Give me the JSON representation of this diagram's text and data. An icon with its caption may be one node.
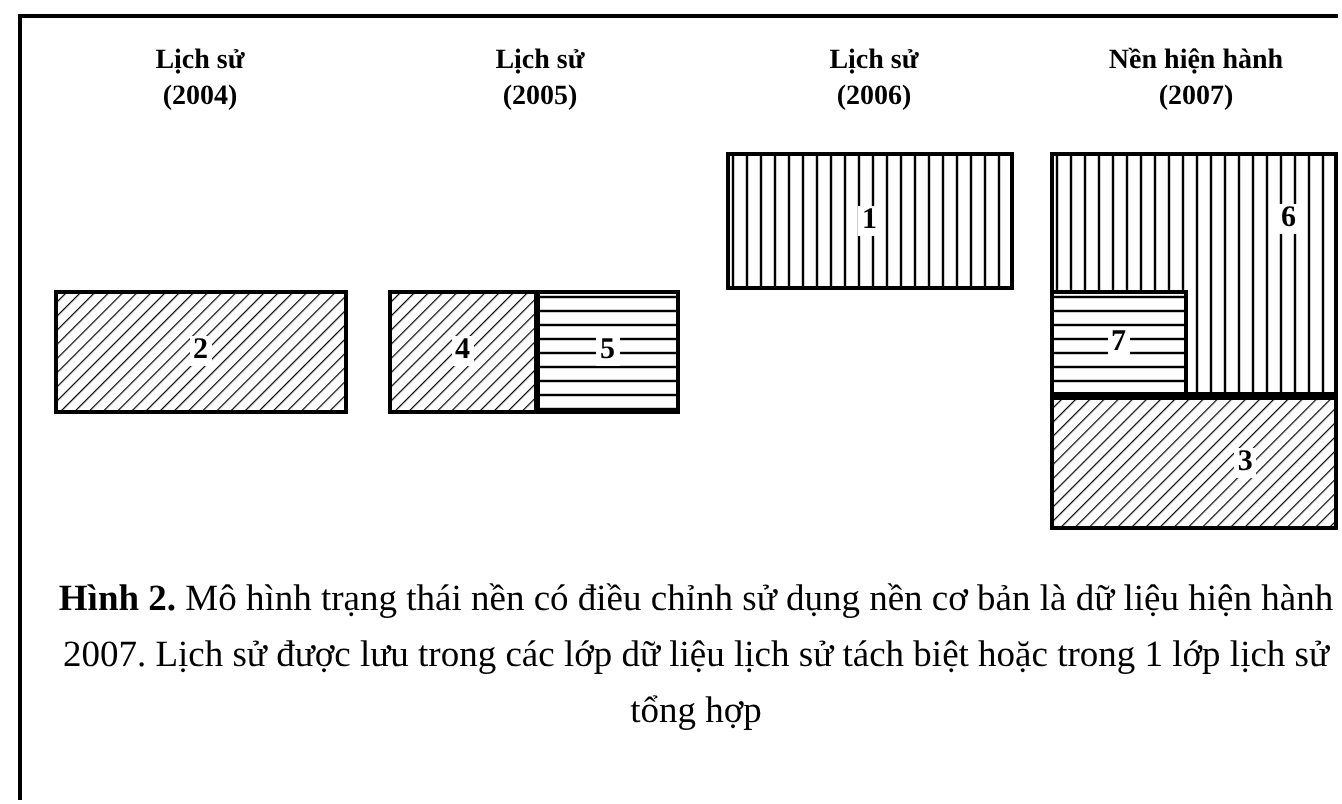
{
  "diagram": {
    "caption": "**Hình 2.** Mô hình trạng thái nền có điều chỉnh sử dụng nền cơ bản là dữ liệu hiện hành 2007. Lịch sử được lưu trong các lớp dữ liệu lịch sử tách biệt hoặc trong 1 lớp lịch sử tổng hợp",
    "nodes": [
      {
        "text": [
          "2"
        ]
      },
      {
        "text": [
          "4"
        ]
      },
      {
        "text": [
          "5"
        ]
      },
      {
        "text": [
          "1"
        ]
      },
      {
        "text": [
          "6"
        ]
      },
      {
        "text": [
          "7"
        ],
        "in": 4
      },
      {
        "text": [
          "3"
        ]
      }
    ],
    "edges": [],
    "labels": [
      "Lịch sử (2004)",
      "Lịch sử (2005)",
      "Lịch sử (2006)",
      "Nền hiện hành (2007)"
    ]
  }
}
